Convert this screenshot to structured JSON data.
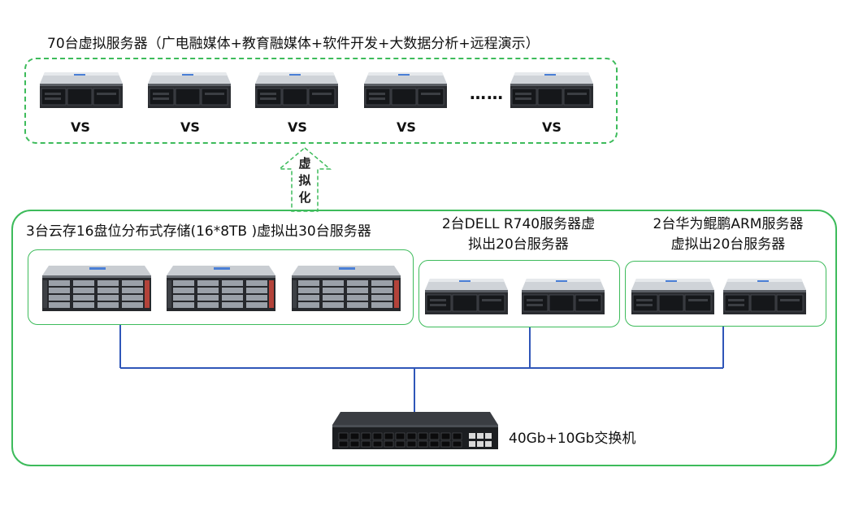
{
  "top": {
    "title": "70台虚拟服务器（广电融媒体+教育融媒体+软件开发+大数据分析+远程演示）",
    "vs_labels": [
      "VS",
      "VS",
      "VS",
      "VS",
      "VS"
    ],
    "ellipsis": "……"
  },
  "arrow": {
    "chars": [
      "虚",
      "拟",
      "化"
    ]
  },
  "groups": {
    "storage": {
      "label": "3台云存16盘位分布式存储(16*8TB )虚拟出30台服务器"
    },
    "dell": {
      "line1": "2台DELL R740服务器虚",
      "line2": "拟出20台服务器"
    },
    "huawei": {
      "line1": "2台华为鲲鹏ARM服务器",
      "line2": "虚拟出20台服务器"
    }
  },
  "switch": {
    "label": "40Gb+10Gb交换机"
  },
  "colors": {
    "frame": "#3dbb5b",
    "link": "#2f56b8"
  }
}
